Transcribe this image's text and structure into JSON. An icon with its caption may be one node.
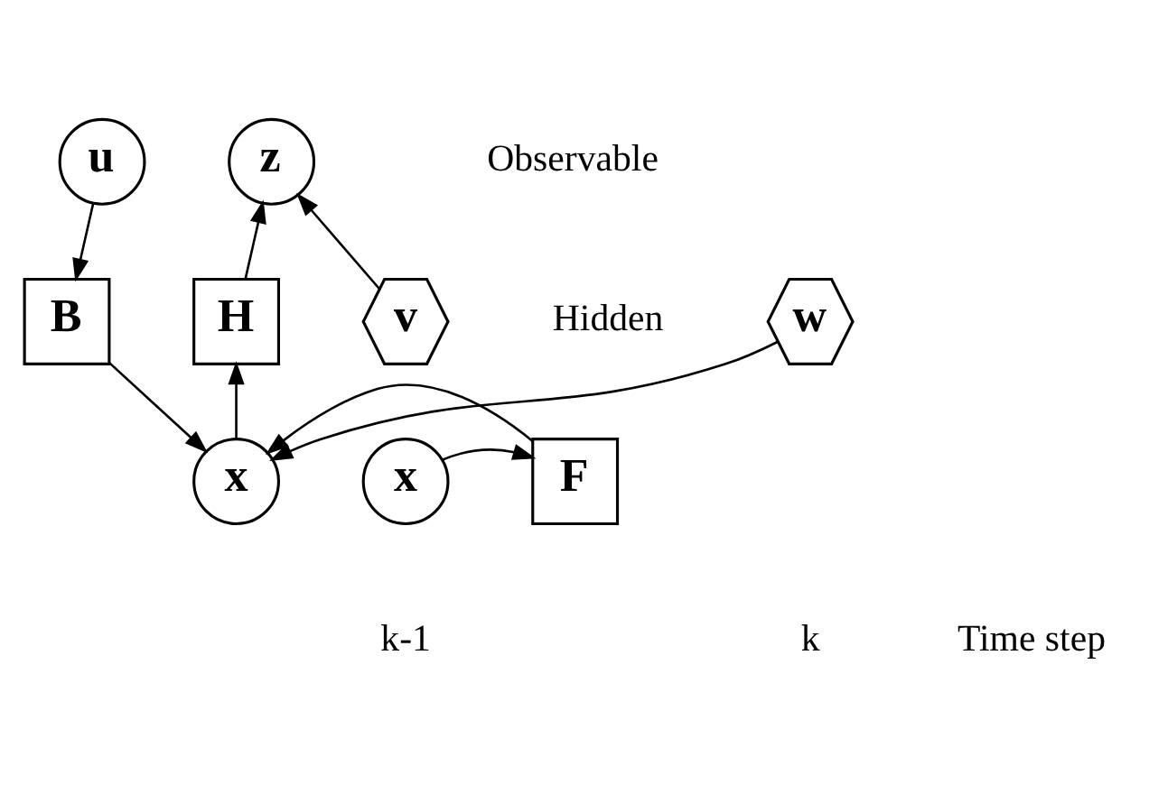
{
  "diagram": {
    "nodes": [
      {
        "text": [
          "u"
        ]
      },
      {
        "text": [
          "z"
        ]
      },
      {
        "text": [
          "B"
        ]
      },
      {
        "text": [
          "H"
        ]
      },
      {
        "text": [
          "v"
        ]
      },
      {
        "text": [
          "x"
        ]
      },
      {
        "text": [
          "F"
        ]
      },
      {
        "text": [
          "x"
        ]
      },
      {
        "text": [
          "w"
        ]
      }
    ],
    "edges": [
      {
        "from": 0,
        "to": 2,
        "arrow": "to"
      },
      {
        "from": 2,
        "to": 7,
        "arrow": "to"
      },
      {
        "from": 5,
        "to": 6,
        "arrow": "to"
      },
      {
        "from": 6,
        "to": 7,
        "arrow": "to"
      },
      {
        "from": 8,
        "to": 7,
        "arrow": "to"
      },
      {
        "from": 7,
        "to": 3,
        "arrow": "to"
      },
      {
        "from": 3,
        "to": 1,
        "arrow": "to"
      },
      {
        "from": 4,
        "to": 1,
        "arrow": "to"
      }
    ],
    "labels": [
      "Observable",
      "Hidden",
      "k-1",
      "k",
      "Time step"
    ]
  }
}
